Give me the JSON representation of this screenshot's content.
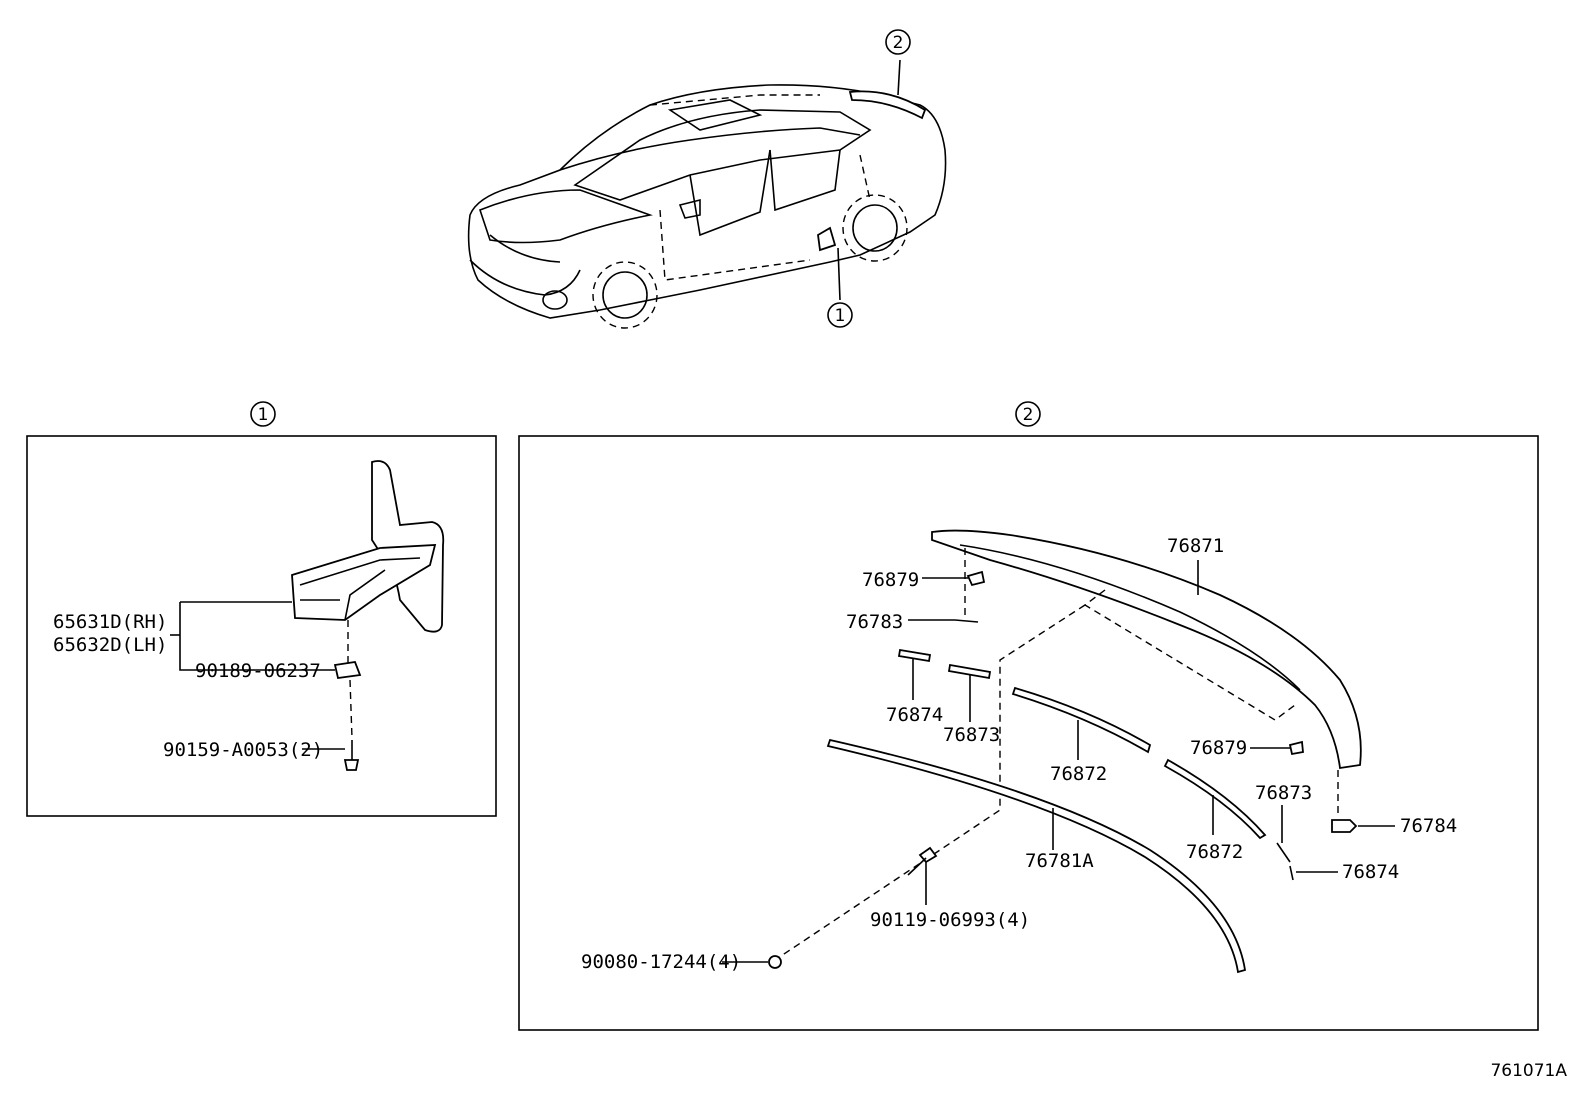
{
  "callouts": {
    "one": "1",
    "two": "2"
  },
  "panel1": {
    "part_65631D": "65631D(RH)",
    "part_65632D": "65632D(LH)",
    "part_90189": "90189-06237",
    "part_90159": "90159-A0053(2)"
  },
  "panel2": {
    "p76871": "76871",
    "p76879_a": "76879",
    "p76783": "76783",
    "p76874_a": "76874",
    "p76873_a": "76873",
    "p76872_a": "76872",
    "p76879_b": "76879",
    "p76873_b": "76873",
    "p76784": "76784",
    "p76872_b": "76872",
    "p76874_b": "76874",
    "p76781A": "76781A",
    "p90119": "90119-06993(4)",
    "p90080": "90080-17244(4)"
  },
  "figure_id": "761071A"
}
